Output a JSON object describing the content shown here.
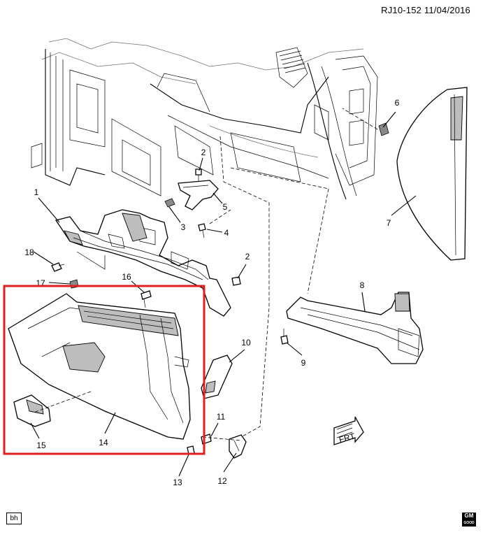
{
  "document_id": "RJ10-152 11/04/2016",
  "callouts": [
    "1",
    "2",
    "2",
    "3",
    "4",
    "5",
    "6",
    "7",
    "8",
    "9",
    "10",
    "11",
    "12",
    "13",
    "14",
    "15",
    "16",
    "17",
    "18"
  ],
  "footer": {
    "left_badge": "bh",
    "logo": {
      "text": "GM",
      "sub": "GOOD"
    }
  },
  "forward_arrow_label": "FRT",
  "colors": {
    "highlight_box": "#e0201f",
    "line_art": "#000000",
    "fill_shade": "#bdbdbd"
  }
}
